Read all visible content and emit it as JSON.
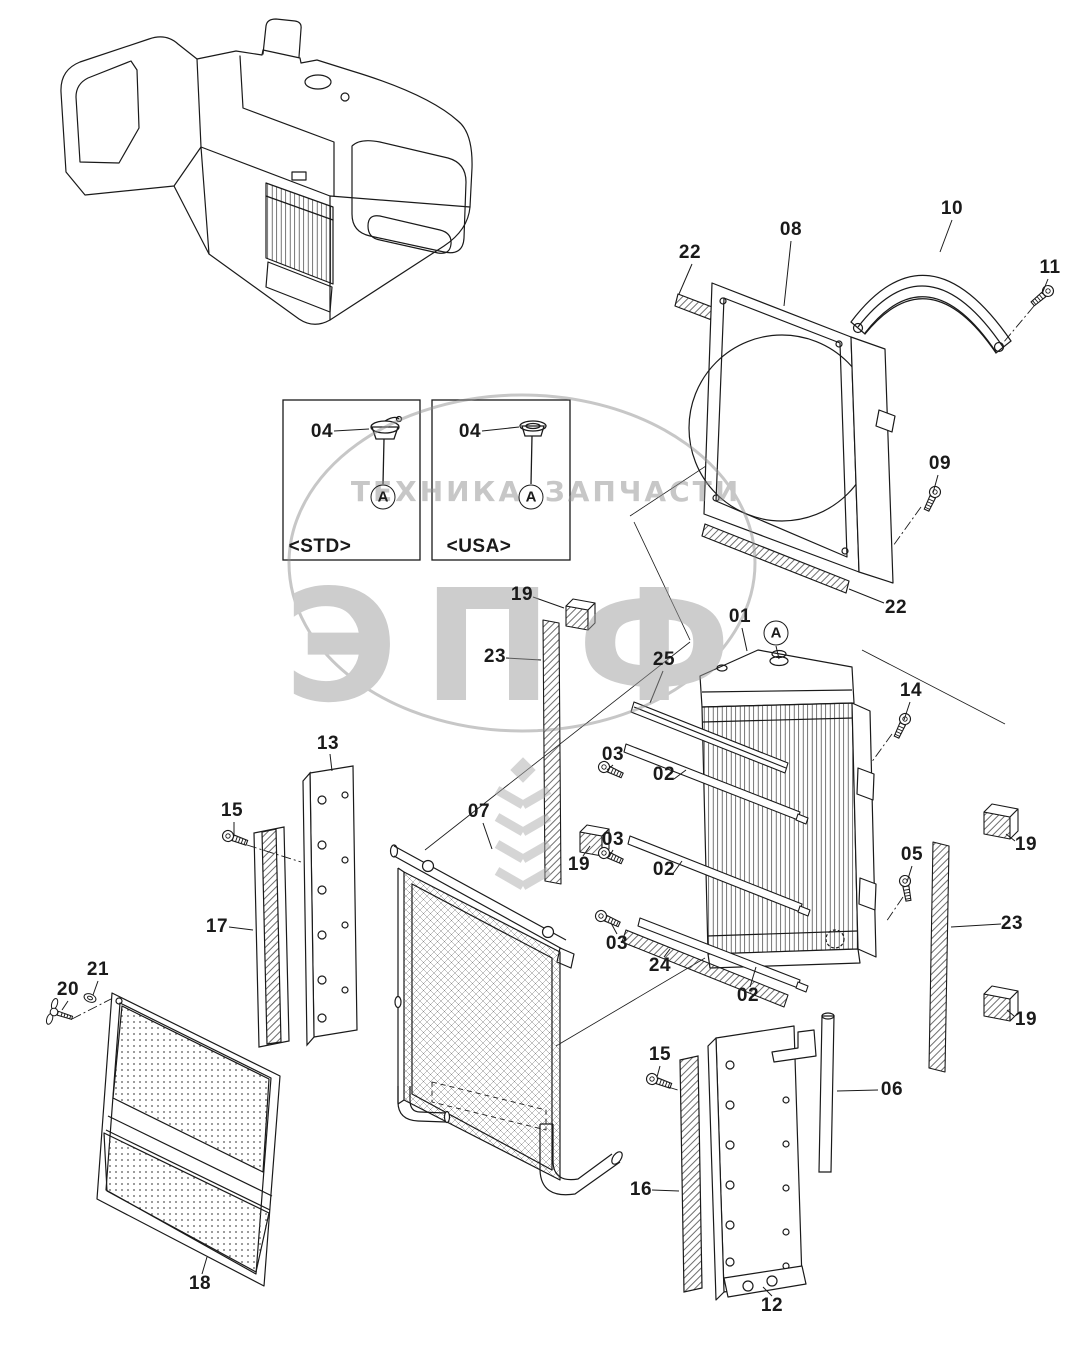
{
  "diagram": {
    "type": "exploded-parts-diagram",
    "background": "#ffffff",
    "line_color": "#1a1a1a"
  },
  "watermark": {
    "logo": "ЭПФ",
    "left": "ТЕХНИКА",
    "right": "ЗАПЧАСТИ",
    "color": "#a8a8a8"
  },
  "markers": {
    "a": "A"
  },
  "callouts": [
    {
      "label": "22"
    },
    {
      "label": "08"
    },
    {
      "label": "10"
    },
    {
      "label": "11"
    },
    {
      "label": "09"
    },
    {
      "label": "22"
    },
    {
      "label": "04"
    },
    {
      "label": "04"
    },
    {
      "label": "<STD>"
    },
    {
      "label": "<USA>"
    },
    {
      "label": "19"
    },
    {
      "label": "23"
    },
    {
      "label": "01"
    },
    {
      "label": "25"
    },
    {
      "label": "14"
    },
    {
      "label": "03"
    },
    {
      "label": "02"
    },
    {
      "label": "13"
    },
    {
      "label": "15"
    },
    {
      "label": "07"
    },
    {
      "label": "03"
    },
    {
      "label": "19"
    },
    {
      "label": "02"
    },
    {
      "label": "05"
    },
    {
      "label": "19"
    },
    {
      "label": "23"
    },
    {
      "label": "17"
    },
    {
      "label": "03"
    },
    {
      "label": "24"
    },
    {
      "label": "02"
    },
    {
      "label": "20"
    },
    {
      "label": "21"
    },
    {
      "label": "19"
    },
    {
      "label": "15"
    },
    {
      "label": "06"
    },
    {
      "label": "16"
    },
    {
      "label": "18"
    },
    {
      "label": "12"
    }
  ]
}
